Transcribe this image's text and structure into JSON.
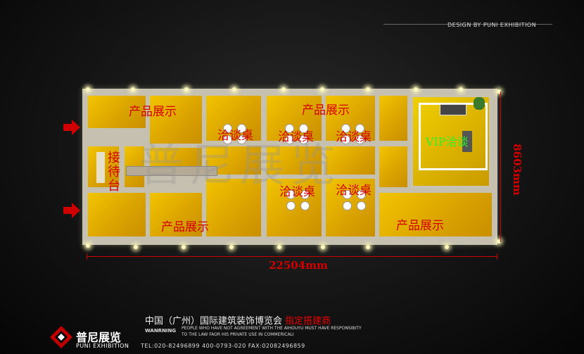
{
  "header": {
    "design_by": "DESIGN BY PUNI EXHIBITION"
  },
  "zones": {
    "product_display": "产品展示",
    "negotiation_table": "洽谈桌",
    "reception_desk": "接待台",
    "vip_negotiation": "VIP洽谈"
  },
  "watermark": "普尼展览",
  "dimensions": {
    "width": "22504mm",
    "depth": "8603mm"
  },
  "footer": {
    "title_main": "中国（广州）国际建筑装饰博览会",
    "title_highlight": "指定搭建商",
    "warning_label": "WANRNING",
    "warning_text": "PEOPLE WHO HAVE NOT AGREEMENT WITH THE AIHOUYU MUST HAVE RESPONSIBITY TO THE LAW FAOR HIS PRIVATE USE IN COMMERICALI",
    "contacts": "TEL:020-82496899   400-0793-020   FAX:02082496859"
  },
  "logo": {
    "name_cn": "普尼展览",
    "name_en": "PUNI EXHIBITION"
  }
}
